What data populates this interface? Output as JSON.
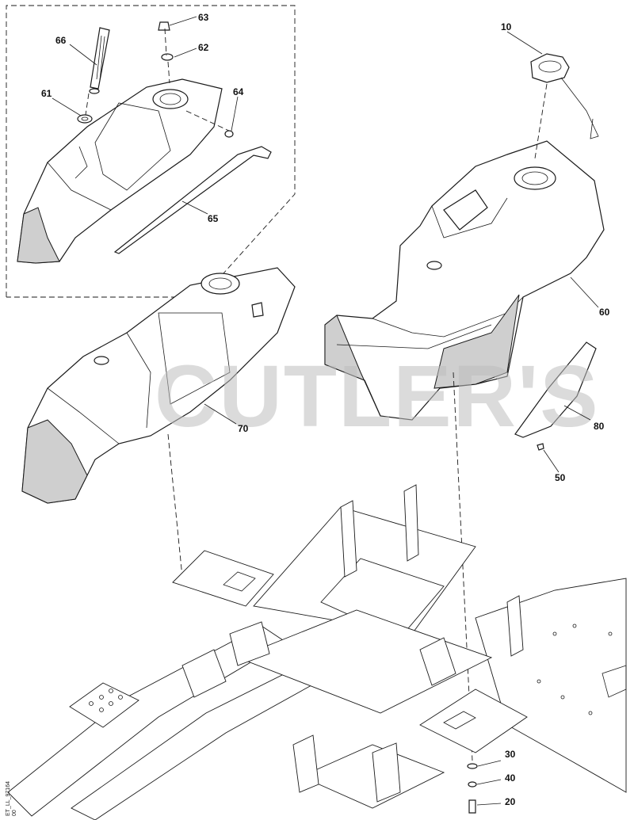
{
  "watermark": "CUTLER'S",
  "drawing_code": "ET_LL_97164",
  "drawing_rev": "00",
  "callouts": {
    "c10": "10",
    "c20": "20",
    "c30": "30",
    "c40": "40",
    "c50": "50",
    "c60": "60",
    "c61": "61",
    "c62": "62",
    "c63": "63",
    "c64": "64",
    "c65": "65",
    "c66": "66",
    "c70": "70",
    "c80": "80"
  }
}
